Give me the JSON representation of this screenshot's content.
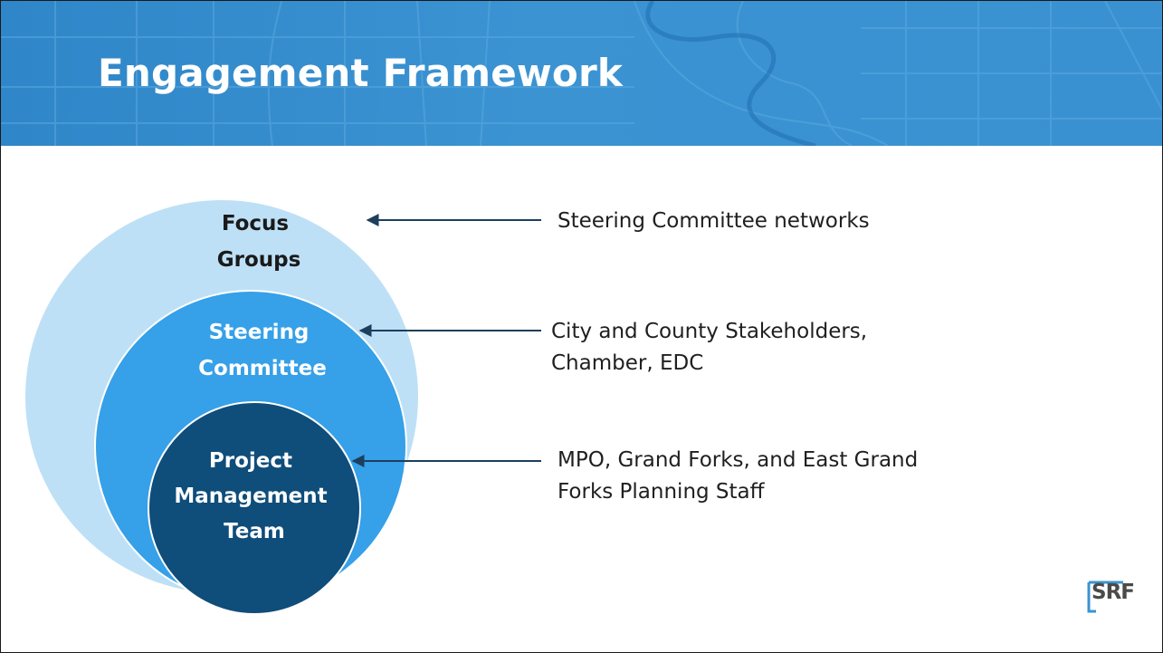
{
  "slide": {
    "title": "Engagement Framework"
  },
  "diagram": {
    "rings": [
      {
        "id": "outer",
        "label_lines": [
          "Focus",
          "Groups"
        ],
        "fill": "#bde0f6",
        "text_color": "#1a1a1a"
      },
      {
        "id": "middle",
        "label_lines": [
          "Steering",
          "Committee"
        ],
        "fill": "#36a0e8",
        "text_color": "#ffffff"
      },
      {
        "id": "inner",
        "label_lines": [
          "Project",
          "Management",
          "Team"
        ],
        "fill": "#0f4d7a",
        "text_color": "#ffffff"
      }
    ],
    "descriptions": [
      {
        "lines": [
          "Steering Committee networks"
        ]
      },
      {
        "lines": [
          "City and County Stakeholders,",
          "Chamber, EDC"
        ]
      },
      {
        "lines": [
          "MPO, Grand Forks, and East Grand",
          "Forks Planning Staff"
        ]
      }
    ],
    "arrow_color": "#1d3f5e"
  },
  "logo": {
    "text": "SRF",
    "color": "#4a4a4a",
    "accent": "#3a93d2"
  }
}
